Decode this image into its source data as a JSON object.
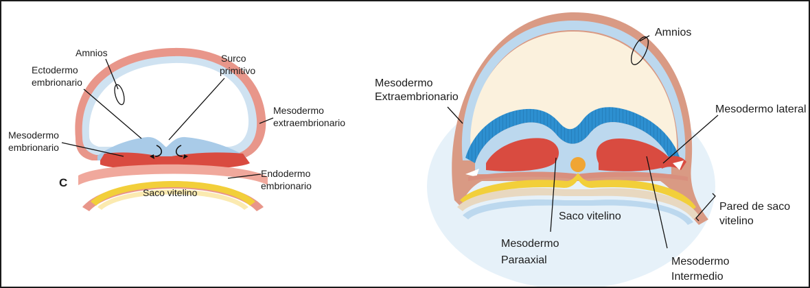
{
  "panel_left": {
    "letter": "C",
    "amnios": "Amnios",
    "ectodermo_1": "Ectodermo",
    "ectodermo_2": "embrionario",
    "surco_1": "Surco",
    "surco_2": "primitivo",
    "meso_extra_1": "Mesodermo",
    "meso_extra_2": "extraembrionario",
    "meso_embr_1": "Mesodermo",
    "meso_embr_2": "embrionario",
    "endodermo_1": "Endodermo",
    "endodermo_2": "embrionario",
    "saco": "Saco vitelino"
  },
  "panel_right": {
    "amnios": "Amnios",
    "meso_extra_1": "Mesodermo",
    "meso_extra_2": "Extraembrionario",
    "meso_lateral": "Mesodermo lateral",
    "pared_1": "Pared de saco",
    "pared_2": "vitelino",
    "saco": "Saco vitelino",
    "paraaxial_1": "Mesodermo",
    "paraaxial_2": "Paraaxial",
    "intermedio_1": "Mesodermo",
    "intermedio_2": "Intermedio"
  },
  "colors": {
    "amnion_outer": "#e8968a",
    "amnion_inner": "#bcd8ee",
    "cavity": "#fbf1dd",
    "ectoderm": "#2d8fd0",
    "mesoderm": "#d94b40",
    "endoderm": "#f2cf3a",
    "notochord": "#f0a534"
  }
}
